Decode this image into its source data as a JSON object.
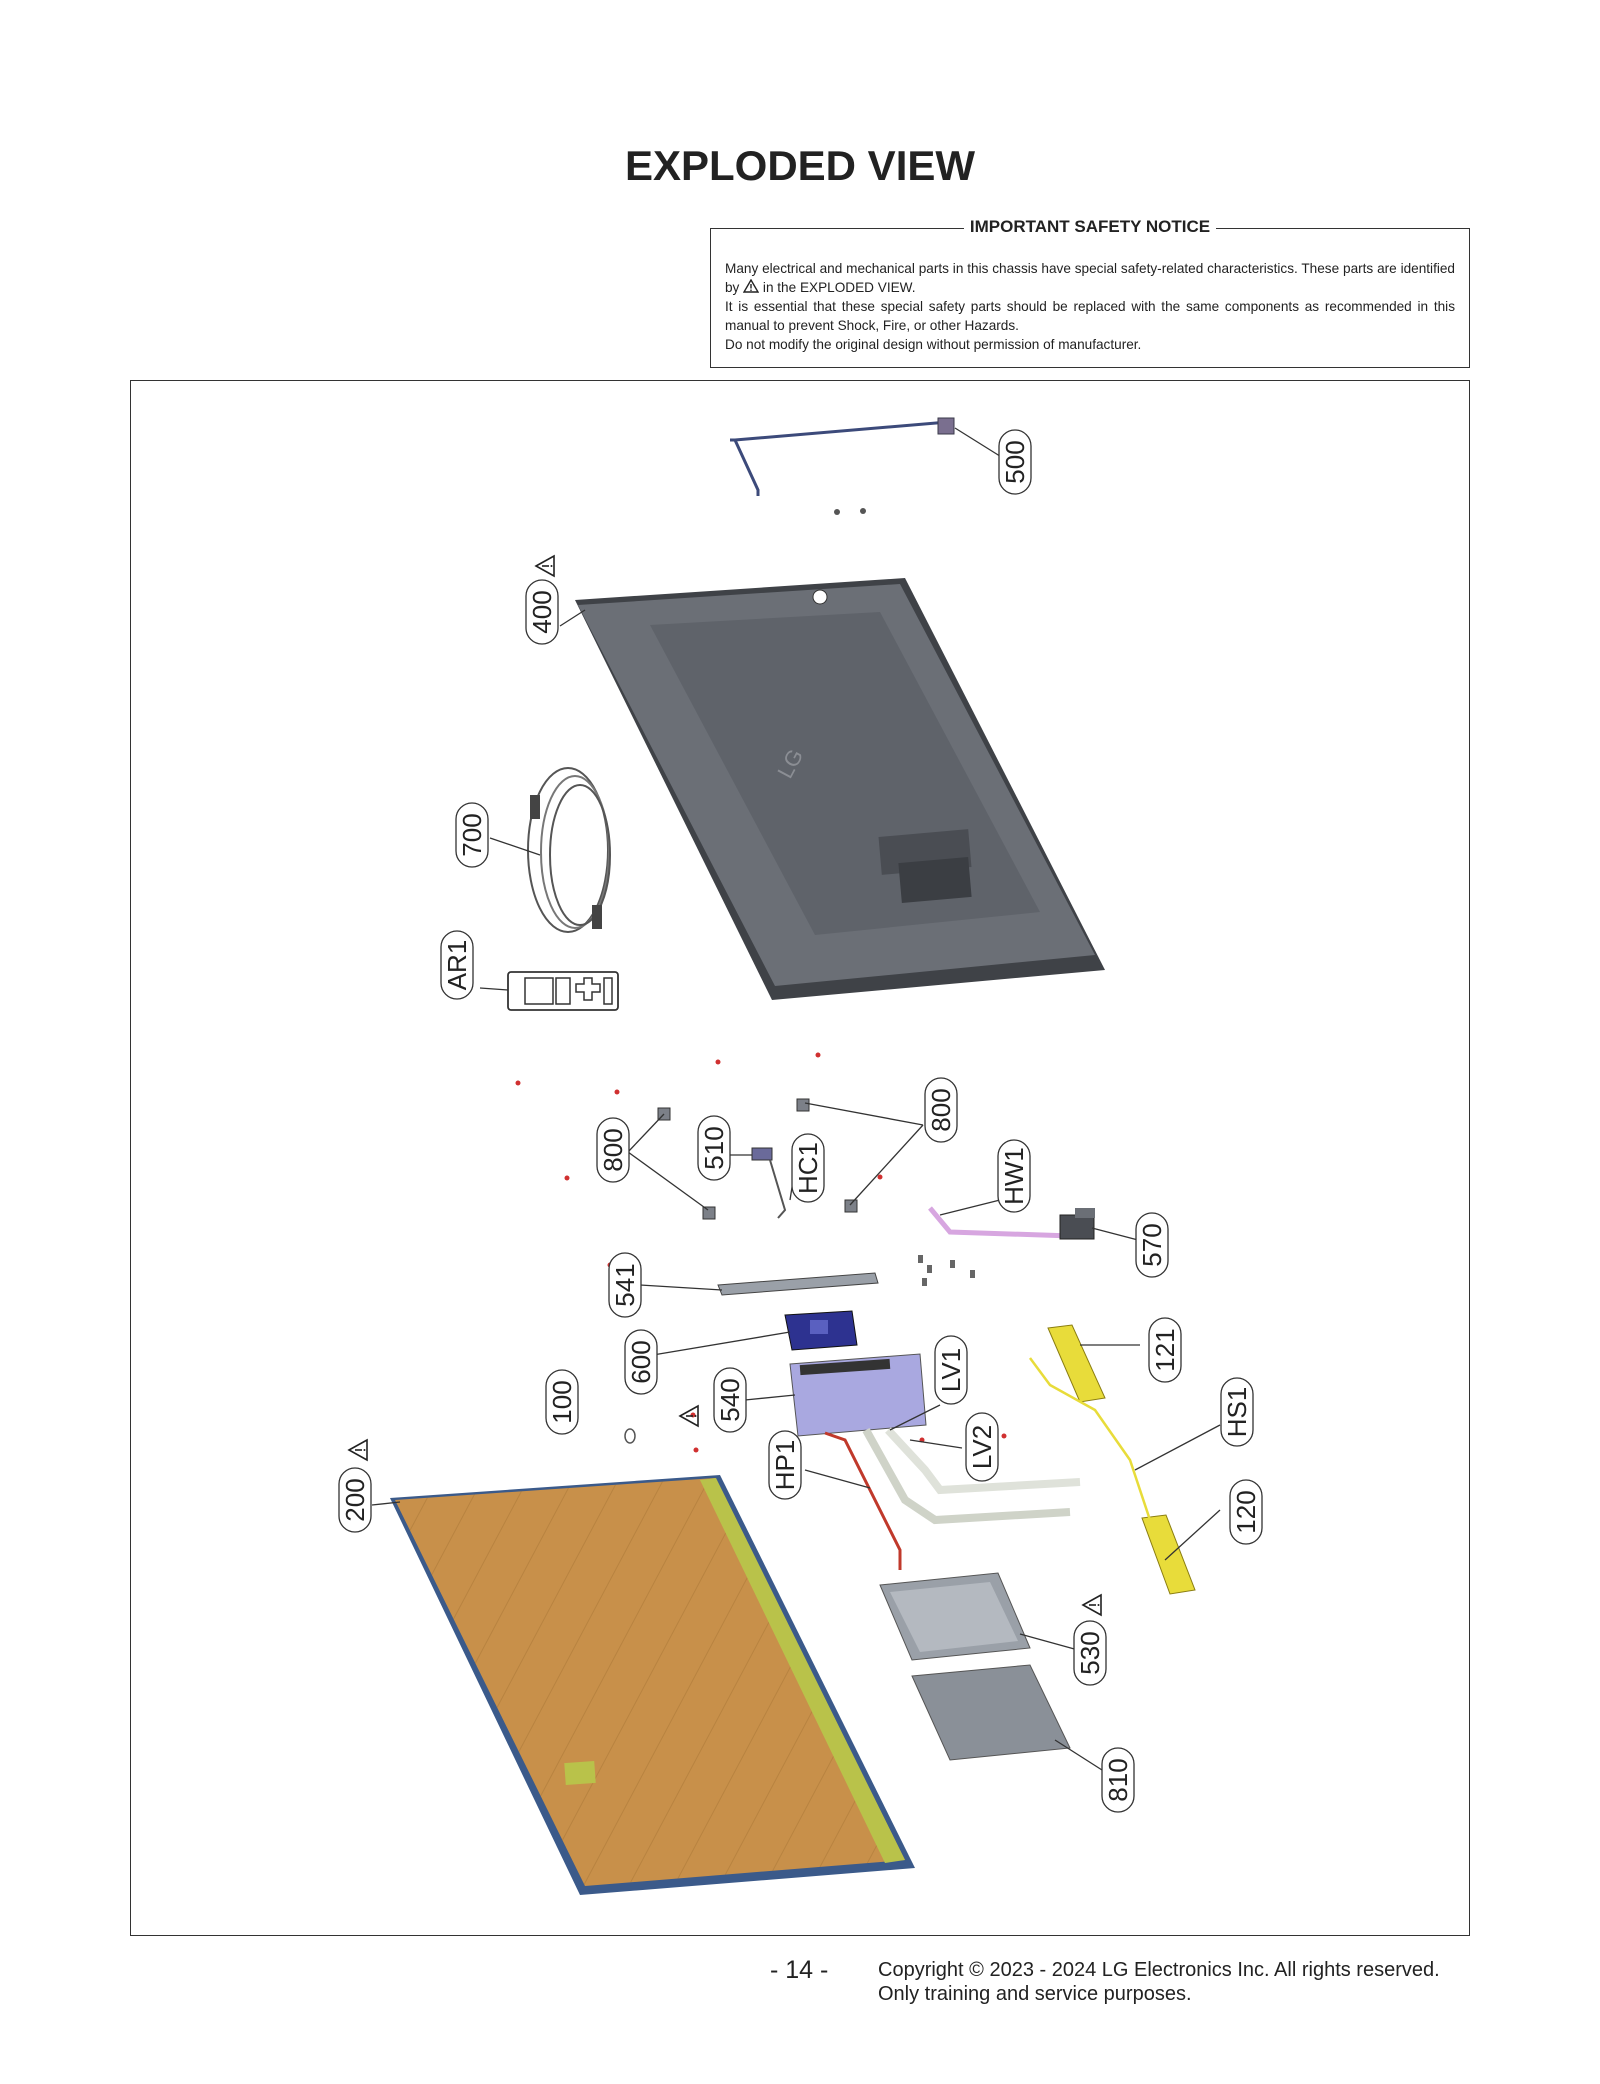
{
  "page": {
    "title": "EXPLODED VIEW"
  },
  "safety_notice": {
    "title": "IMPORTANT SAFETY NOTICE",
    "line1": "Many electrical and mechanical parts in this chassis have special safety-related characteristics. These parts are identified by",
    "line1_end": "in the EXPLODED VIEW.",
    "line2": "It is essential that these special safety parts should be replaced with the same components as recommended in this manual to prevent Shock, Fire, or other Hazards.",
    "line3": "Do not modify the original design without permission of manufacturer."
  },
  "callouts": {
    "c500": "500",
    "c400": "400",
    "c700": "700",
    "cAR1": "AR1",
    "c800a": "800",
    "c510": "510",
    "cHC1": "HC1",
    "c800b": "800",
    "cHW1": "HW1",
    "c570": "570",
    "c541": "541",
    "c600": "600",
    "c121": "121",
    "c100": "100",
    "c540": "540",
    "cLV1": "LV1",
    "cHS1": "HS1",
    "cLV2": "LV2",
    "cHP1": "HP1",
    "c200": "200",
    "c120": "120",
    "c530": "530",
    "c810": "810"
  },
  "colors": {
    "back_cover": "#6b6f76",
    "back_cover_edge": "#3f4247",
    "panel_orange": "#c8904a",
    "panel_edge": "#3b5a8a",
    "panel_green": "#b9c24a",
    "cable_pink": "#d7a6e0",
    "speaker_yellow": "#e8dc3a",
    "board_lavender": "#a9a8e0",
    "board_blue": "#2d3290",
    "shield_gray": "#9aa0a8",
    "red_dot": "#d03030"
  },
  "footer": {
    "page_number": "- 14 -",
    "copyright": "Copyright © 2023 - 2024 LG Electronics Inc. All rights reserved.",
    "usage": "Only training and service purposes."
  }
}
